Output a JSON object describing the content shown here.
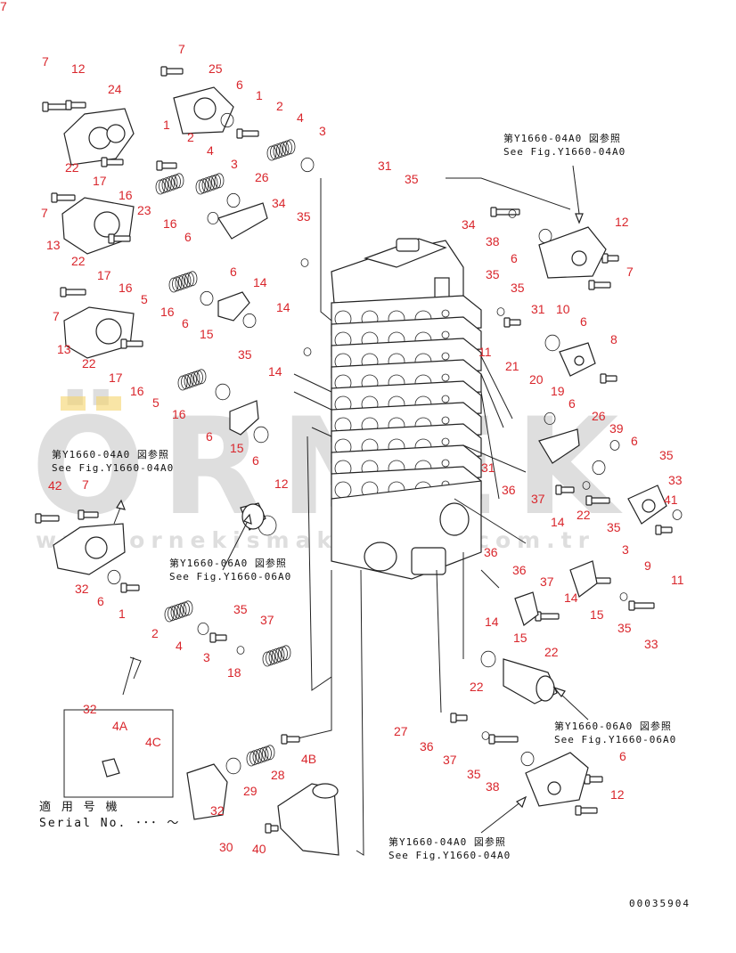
{
  "watermark": {
    "brand": "ÖRNEK",
    "url": "www.ornekismakinalari.com.tr",
    "accent_color": "#f2c94c"
  },
  "labels": [
    {
      "t": "7"
    },
    {
      "t": "12"
    },
    {
      "t": "24"
    },
    {
      "t": "7"
    },
    {
      "t": "25"
    },
    {
      "t": "6"
    },
    {
      "t": "1"
    },
    {
      "t": "2"
    },
    {
      "t": "4"
    },
    {
      "t": "3"
    },
    {
      "t": "1"
    },
    {
      "t": "2"
    },
    {
      "t": "4"
    },
    {
      "t": "3"
    },
    {
      "t": "22"
    },
    {
      "t": "17"
    },
    {
      "t": "16"
    },
    {
      "t": "23"
    },
    {
      "t": "16"
    },
    {
      "t": "6"
    },
    {
      "t": "26"
    },
    {
      "t": "34"
    },
    {
      "t": "35"
    },
    {
      "t": "31"
    },
    {
      "t": "35"
    },
    {
      "t": "7"
    },
    {
      "t": "13"
    },
    {
      "t": "22"
    },
    {
      "t": "17"
    },
    {
      "t": "16"
    },
    {
      "t": "5"
    },
    {
      "t": "16"
    },
    {
      "t": "6"
    },
    {
      "t": "6"
    },
    {
      "t": "14"
    },
    {
      "t": "15"
    },
    {
      "t": "7"
    },
    {
      "t": "13"
    },
    {
      "t": "22"
    },
    {
      "t": "17"
    },
    {
      "t": "16"
    },
    {
      "t": "5"
    },
    {
      "t": "16"
    },
    {
      "t": "6"
    },
    {
      "t": "15"
    },
    {
      "t": "6"
    },
    {
      "t": "14"
    },
    {
      "t": "35"
    },
    {
      "t": "14"
    },
    {
      "t": "34"
    },
    {
      "t": "35"
    },
    {
      "t": "38"
    },
    {
      "t": "6"
    },
    {
      "t": "12"
    },
    {
      "t": "7"
    },
    {
      "t": "35"
    },
    {
      "t": "31"
    },
    {
      "t": "10"
    },
    {
      "t": "6"
    },
    {
      "t": "8"
    },
    {
      "t": "11"
    },
    {
      "t": "21"
    },
    {
      "t": "20"
    },
    {
      "t": "19"
    },
    {
      "t": "6"
    },
    {
      "t": "26"
    },
    {
      "t": "39"
    },
    {
      "t": "6"
    },
    {
      "t": "35"
    },
    {
      "t": "31"
    },
    {
      "t": "36"
    },
    {
      "t": "37"
    },
    {
      "t": "14"
    },
    {
      "t": "22"
    },
    {
      "t": "35"
    },
    {
      "t": "33"
    },
    {
      "t": "41"
    },
    {
      "t": "3"
    },
    {
      "t": "9"
    },
    {
      "t": "11"
    },
    {
      "t": "42"
    },
    {
      "t": "7"
    },
    {
      "t": "12"
    },
    {
      "t": "32"
    },
    {
      "t": "6"
    },
    {
      "t": "1"
    },
    {
      "t": "2"
    },
    {
      "t": "4"
    },
    {
      "t": "3"
    },
    {
      "t": "18"
    },
    {
      "t": "35"
    },
    {
      "t": "37"
    },
    {
      "t": "36"
    },
    {
      "t": "36"
    },
    {
      "t": "37"
    },
    {
      "t": "14"
    },
    {
      "t": "15"
    },
    {
      "t": "22"
    },
    {
      "t": "35"
    },
    {
      "t": "33"
    },
    {
      "t": "14"
    },
    {
      "t": "15"
    },
    {
      "t": "22"
    },
    {
      "t": "32"
    },
    {
      "t": "4A"
    },
    {
      "t": "4C"
    },
    {
      "t": "4B"
    },
    {
      "t": "28"
    },
    {
      "t": "29"
    },
    {
      "t": "32"
    },
    {
      "t": "30"
    },
    {
      "t": "40"
    },
    {
      "t": "27"
    },
    {
      "t": "36"
    },
    {
      "t": "37"
    },
    {
      "t": "35"
    },
    {
      "t": "38"
    },
    {
      "t": "6"
    },
    {
      "t": "12"
    },
    {
      "t": "7"
    }
  ],
  "references": [
    {
      "jp": "第Y1660-04A0 図参照",
      "en": "See Fig.Y1660-04A0"
    },
    {
      "jp": "第Y1660-04A0 図参照",
      "en": "See Fig.Y1660-04A0"
    },
    {
      "jp": "第Y1660-06A0 図参照",
      "en": "See Fig.Y1660-06A0"
    },
    {
      "jp": "第Y1660-06A0 図参照",
      "en": "See Fig.Y1660-06A0"
    },
    {
      "jp": "第Y1660-04A0 図参照",
      "en": "See Fig.Y1660-04A0"
    }
  ],
  "serial": {
    "jp": "適 用 号 機",
    "en": "Serial No.  ･･･ ～"
  },
  "drawing_number": "00035904"
}
